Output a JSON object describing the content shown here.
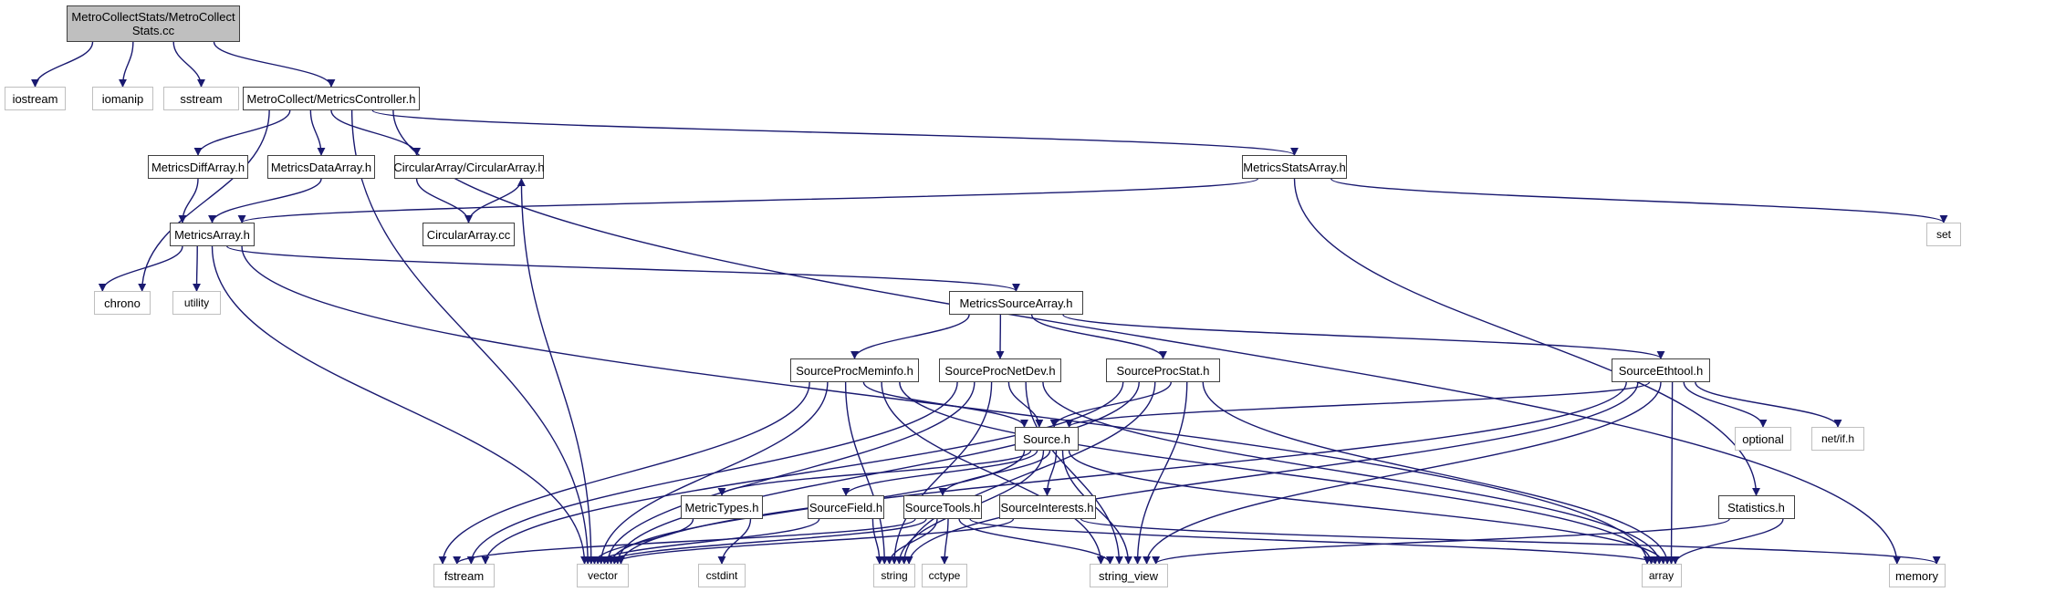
{
  "diagram": {
    "title": "Include dependency graph for MetroCollectStats.cc",
    "edge_color": "#191970",
    "node_fill_root": "#bfbfbf",
    "node_border_project": "#404040",
    "node_border_system": "#bfbfbf",
    "nodes": [
      {
        "id": "root",
        "label": "MetroCollectStats/MetroCollectStats.cc",
        "label_lines": [
          "MetroCollectStats/MetroCollect",
          "Stats.cc"
        ],
        "kind": "root"
      },
      {
        "id": "iostream",
        "label": "iostream",
        "kind": "system"
      },
      {
        "id": "iomanip",
        "label": "iomanip",
        "kind": "system"
      },
      {
        "id": "sstream",
        "label": "sstream",
        "kind": "system"
      },
      {
        "id": "metricscontroller",
        "label": "MetroCollect/MetricsController.h",
        "kind": "project"
      },
      {
        "id": "metricsdiffarray",
        "label": "MetricsDiffArray.h",
        "kind": "project"
      },
      {
        "id": "metricsdataarray",
        "label": "MetricsDataArray.h",
        "kind": "project"
      },
      {
        "id": "circulararray_h",
        "label": "CircularArray/CircularArray.h",
        "kind": "project"
      },
      {
        "id": "metricsstatsarray",
        "label": "MetricsStatsArray.h",
        "kind": "project"
      },
      {
        "id": "metricsarray",
        "label": "MetricsArray.h",
        "kind": "project"
      },
      {
        "id": "circulararray_cc",
        "label": "CircularArray.cc",
        "kind": "project"
      },
      {
        "id": "set",
        "label": "set",
        "kind": "system"
      },
      {
        "id": "chrono",
        "label": "chrono",
        "kind": "system"
      },
      {
        "id": "utility",
        "label": "utility",
        "kind": "system"
      },
      {
        "id": "metricssourcearray",
        "label": "MetricsSourceArray.h",
        "kind": "project"
      },
      {
        "id": "sourceprocmeminfo",
        "label": "SourceProcMeminfo.h",
        "kind": "project"
      },
      {
        "id": "sourceprocnetdev",
        "label": "SourceProcNetDev.h",
        "kind": "project"
      },
      {
        "id": "sourceprocstat",
        "label": "SourceProcStat.h",
        "kind": "project"
      },
      {
        "id": "sourceethtool",
        "label": "SourceEthtool.h",
        "kind": "project"
      },
      {
        "id": "source",
        "label": "Source.h",
        "kind": "project"
      },
      {
        "id": "optional",
        "label": "optional",
        "kind": "system"
      },
      {
        "id": "netif",
        "label": "net/if.h",
        "kind": "system"
      },
      {
        "id": "metrictypes",
        "label": "MetricTypes.h",
        "kind": "project"
      },
      {
        "id": "sourcefield",
        "label": "SourceField.h",
        "kind": "project"
      },
      {
        "id": "sourcetools",
        "label": "SourceTools.h",
        "kind": "project"
      },
      {
        "id": "sourceinterests",
        "label": "SourceInterests.h",
        "kind": "project"
      },
      {
        "id": "statistics",
        "label": "Statistics.h",
        "kind": "project"
      },
      {
        "id": "fstream",
        "label": "fstream",
        "kind": "system"
      },
      {
        "id": "vector",
        "label": "vector",
        "kind": "system"
      },
      {
        "id": "cstdint",
        "label": "cstdint",
        "kind": "system"
      },
      {
        "id": "string",
        "label": "string",
        "kind": "system"
      },
      {
        "id": "cctype",
        "label": "cctype",
        "kind": "system"
      },
      {
        "id": "string_view",
        "label": "string_view",
        "kind": "system"
      },
      {
        "id": "array",
        "label": "array",
        "kind": "system"
      },
      {
        "id": "memory",
        "label": "memory",
        "kind": "system"
      }
    ],
    "edges": [
      [
        "root",
        "iostream"
      ],
      [
        "root",
        "iomanip"
      ],
      [
        "root",
        "sstream"
      ],
      [
        "root",
        "metricscontroller"
      ],
      [
        "metricscontroller",
        "metricsdiffarray"
      ],
      [
        "metricscontroller",
        "metricsdataarray"
      ],
      [
        "metricscontroller",
        "circulararray_h"
      ],
      [
        "metricscontroller",
        "metricsstatsarray"
      ],
      [
        "metricscontroller",
        "chrono"
      ],
      [
        "metricscontroller",
        "vector"
      ],
      [
        "metricscontroller",
        "memory"
      ],
      [
        "metricsdiffarray",
        "metricsarray"
      ],
      [
        "metricsdataarray",
        "metricsarray"
      ],
      [
        "circulararray_h",
        "circulararray_cc"
      ],
      [
        "circulararray_cc",
        "circulararray_h"
      ],
      [
        "circulararray_h",
        "vector"
      ],
      [
        "metricsstatsarray",
        "metricsarray"
      ],
      [
        "metricsstatsarray",
        "set"
      ],
      [
        "metricsstatsarray",
        "statistics"
      ],
      [
        "metricsarray",
        "chrono"
      ],
      [
        "metricsarray",
        "utility"
      ],
      [
        "metricsarray",
        "vector"
      ],
      [
        "metricsarray",
        "metricssourcearray"
      ],
      [
        "metricsarray",
        "array"
      ],
      [
        "metricssourcearray",
        "sourceprocmeminfo"
      ],
      [
        "metricssourcearray",
        "sourceprocnetdev"
      ],
      [
        "metricssourcearray",
        "sourceprocstat"
      ],
      [
        "metricssourcearray",
        "sourceethtool"
      ],
      [
        "sourceprocmeminfo",
        "source"
      ],
      [
        "sourceprocmeminfo",
        "fstream"
      ],
      [
        "sourceprocmeminfo",
        "vector"
      ],
      [
        "sourceprocmeminfo",
        "string"
      ],
      [
        "sourceprocmeminfo",
        "string_view"
      ],
      [
        "sourceprocmeminfo",
        "array"
      ],
      [
        "sourceprocnetdev",
        "source"
      ],
      [
        "sourceprocnetdev",
        "fstream"
      ],
      [
        "sourceprocnetdev",
        "vector"
      ],
      [
        "sourceprocnetdev",
        "string"
      ],
      [
        "sourceprocnetdev",
        "string_view"
      ],
      [
        "sourceprocnetdev",
        "array"
      ],
      [
        "sourceprocstat",
        "source"
      ],
      [
        "sourceprocstat",
        "fstream"
      ],
      [
        "sourceprocstat",
        "vector"
      ],
      [
        "sourceprocstat",
        "string"
      ],
      [
        "sourceprocstat",
        "string_view"
      ],
      [
        "sourceprocstat",
        "array"
      ],
      [
        "sourceethtool",
        "source"
      ],
      [
        "sourceethtool",
        "vector"
      ],
      [
        "sourceethtool",
        "string"
      ],
      [
        "sourceethtool",
        "string_view"
      ],
      [
        "sourceethtool",
        "array"
      ],
      [
        "sourceethtool",
        "optional"
      ],
      [
        "sourceethtool",
        "netif"
      ],
      [
        "source",
        "metrictypes"
      ],
      [
        "source",
        "sourcefield"
      ],
      [
        "source",
        "sourcetools"
      ],
      [
        "source",
        "sourceinterests"
      ],
      [
        "source",
        "vector"
      ],
      [
        "source",
        "string"
      ],
      [
        "source",
        "string_view"
      ],
      [
        "source",
        "array"
      ],
      [
        "metrictypes",
        "vector"
      ],
      [
        "metrictypes",
        "cstdint"
      ],
      [
        "sourcefield",
        "vector"
      ],
      [
        "sourcefield",
        "string"
      ],
      [
        "sourcetools",
        "fstream"
      ],
      [
        "sourcetools",
        "vector"
      ],
      [
        "sourcetools",
        "string"
      ],
      [
        "sourcetools",
        "cctype"
      ],
      [
        "sourcetools",
        "string_view"
      ],
      [
        "sourcetools",
        "array"
      ],
      [
        "sourceinterests",
        "vector"
      ],
      [
        "sourceinterests",
        "memory"
      ],
      [
        "statistics",
        "string_view"
      ],
      [
        "statistics",
        "array"
      ]
    ]
  }
}
